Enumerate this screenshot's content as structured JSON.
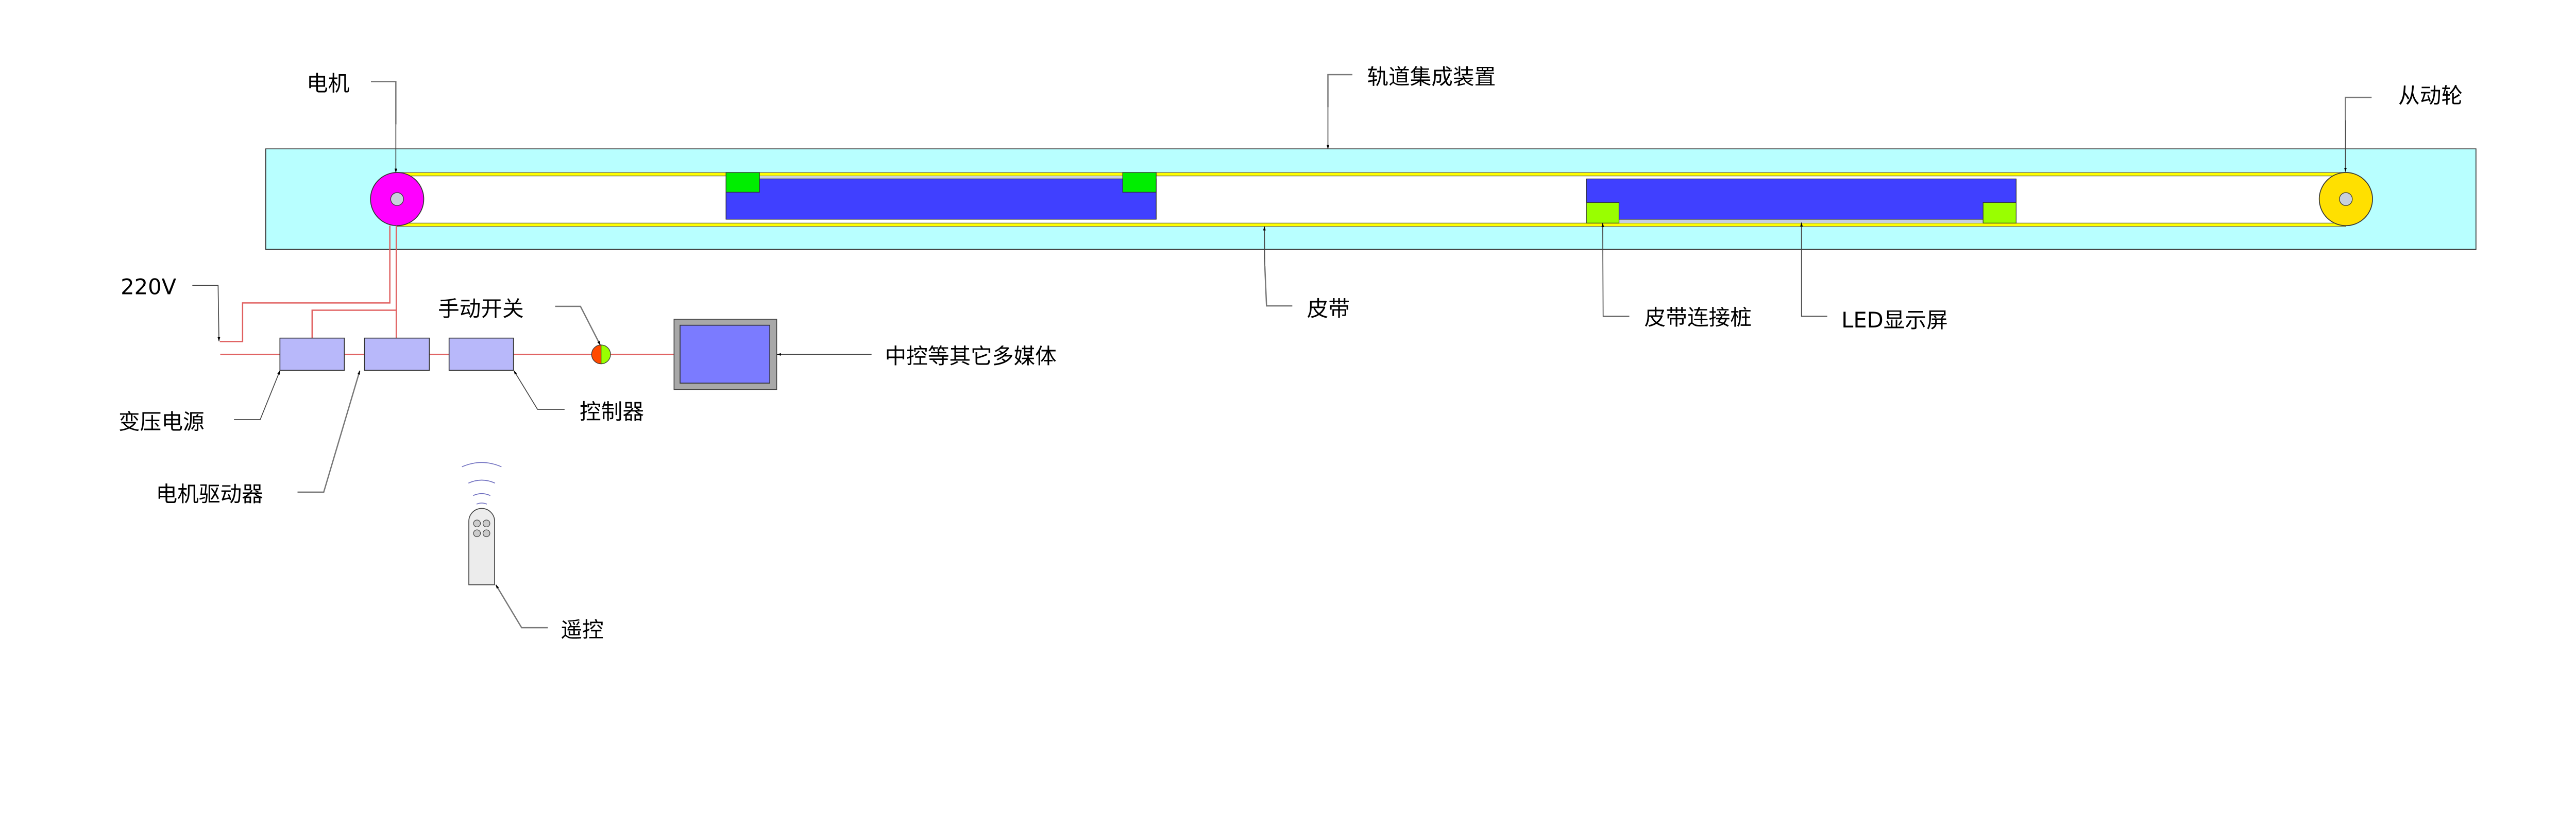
{
  "labels": {
    "motor": "电机",
    "track": "轨道集成装置",
    "follower_wheel": "从动轮",
    "power_input": "220V",
    "belt": "皮带",
    "belt_connector": "皮带连接桩",
    "led_screen": "LED显示屏",
    "manual_switch": "手动开关",
    "central_control": "中控等其它多媒体",
    "transformer": "变压电源",
    "motor_driver": "电机驱动器",
    "controller": "控制器",
    "remote": "遥控"
  },
  "colors": {
    "track": "#b8ffff",
    "belt": "#ffff00",
    "motor_wheel": "#ff00ff",
    "follower_wheel": "#ffe000",
    "led_panel": "#4040ff",
    "connector_1": "#00ee00",
    "connector_2": "#99ff00",
    "module_box": "#b8b8fa",
    "monitor_screen": "#7b7bff",
    "wire": "#e06060"
  }
}
